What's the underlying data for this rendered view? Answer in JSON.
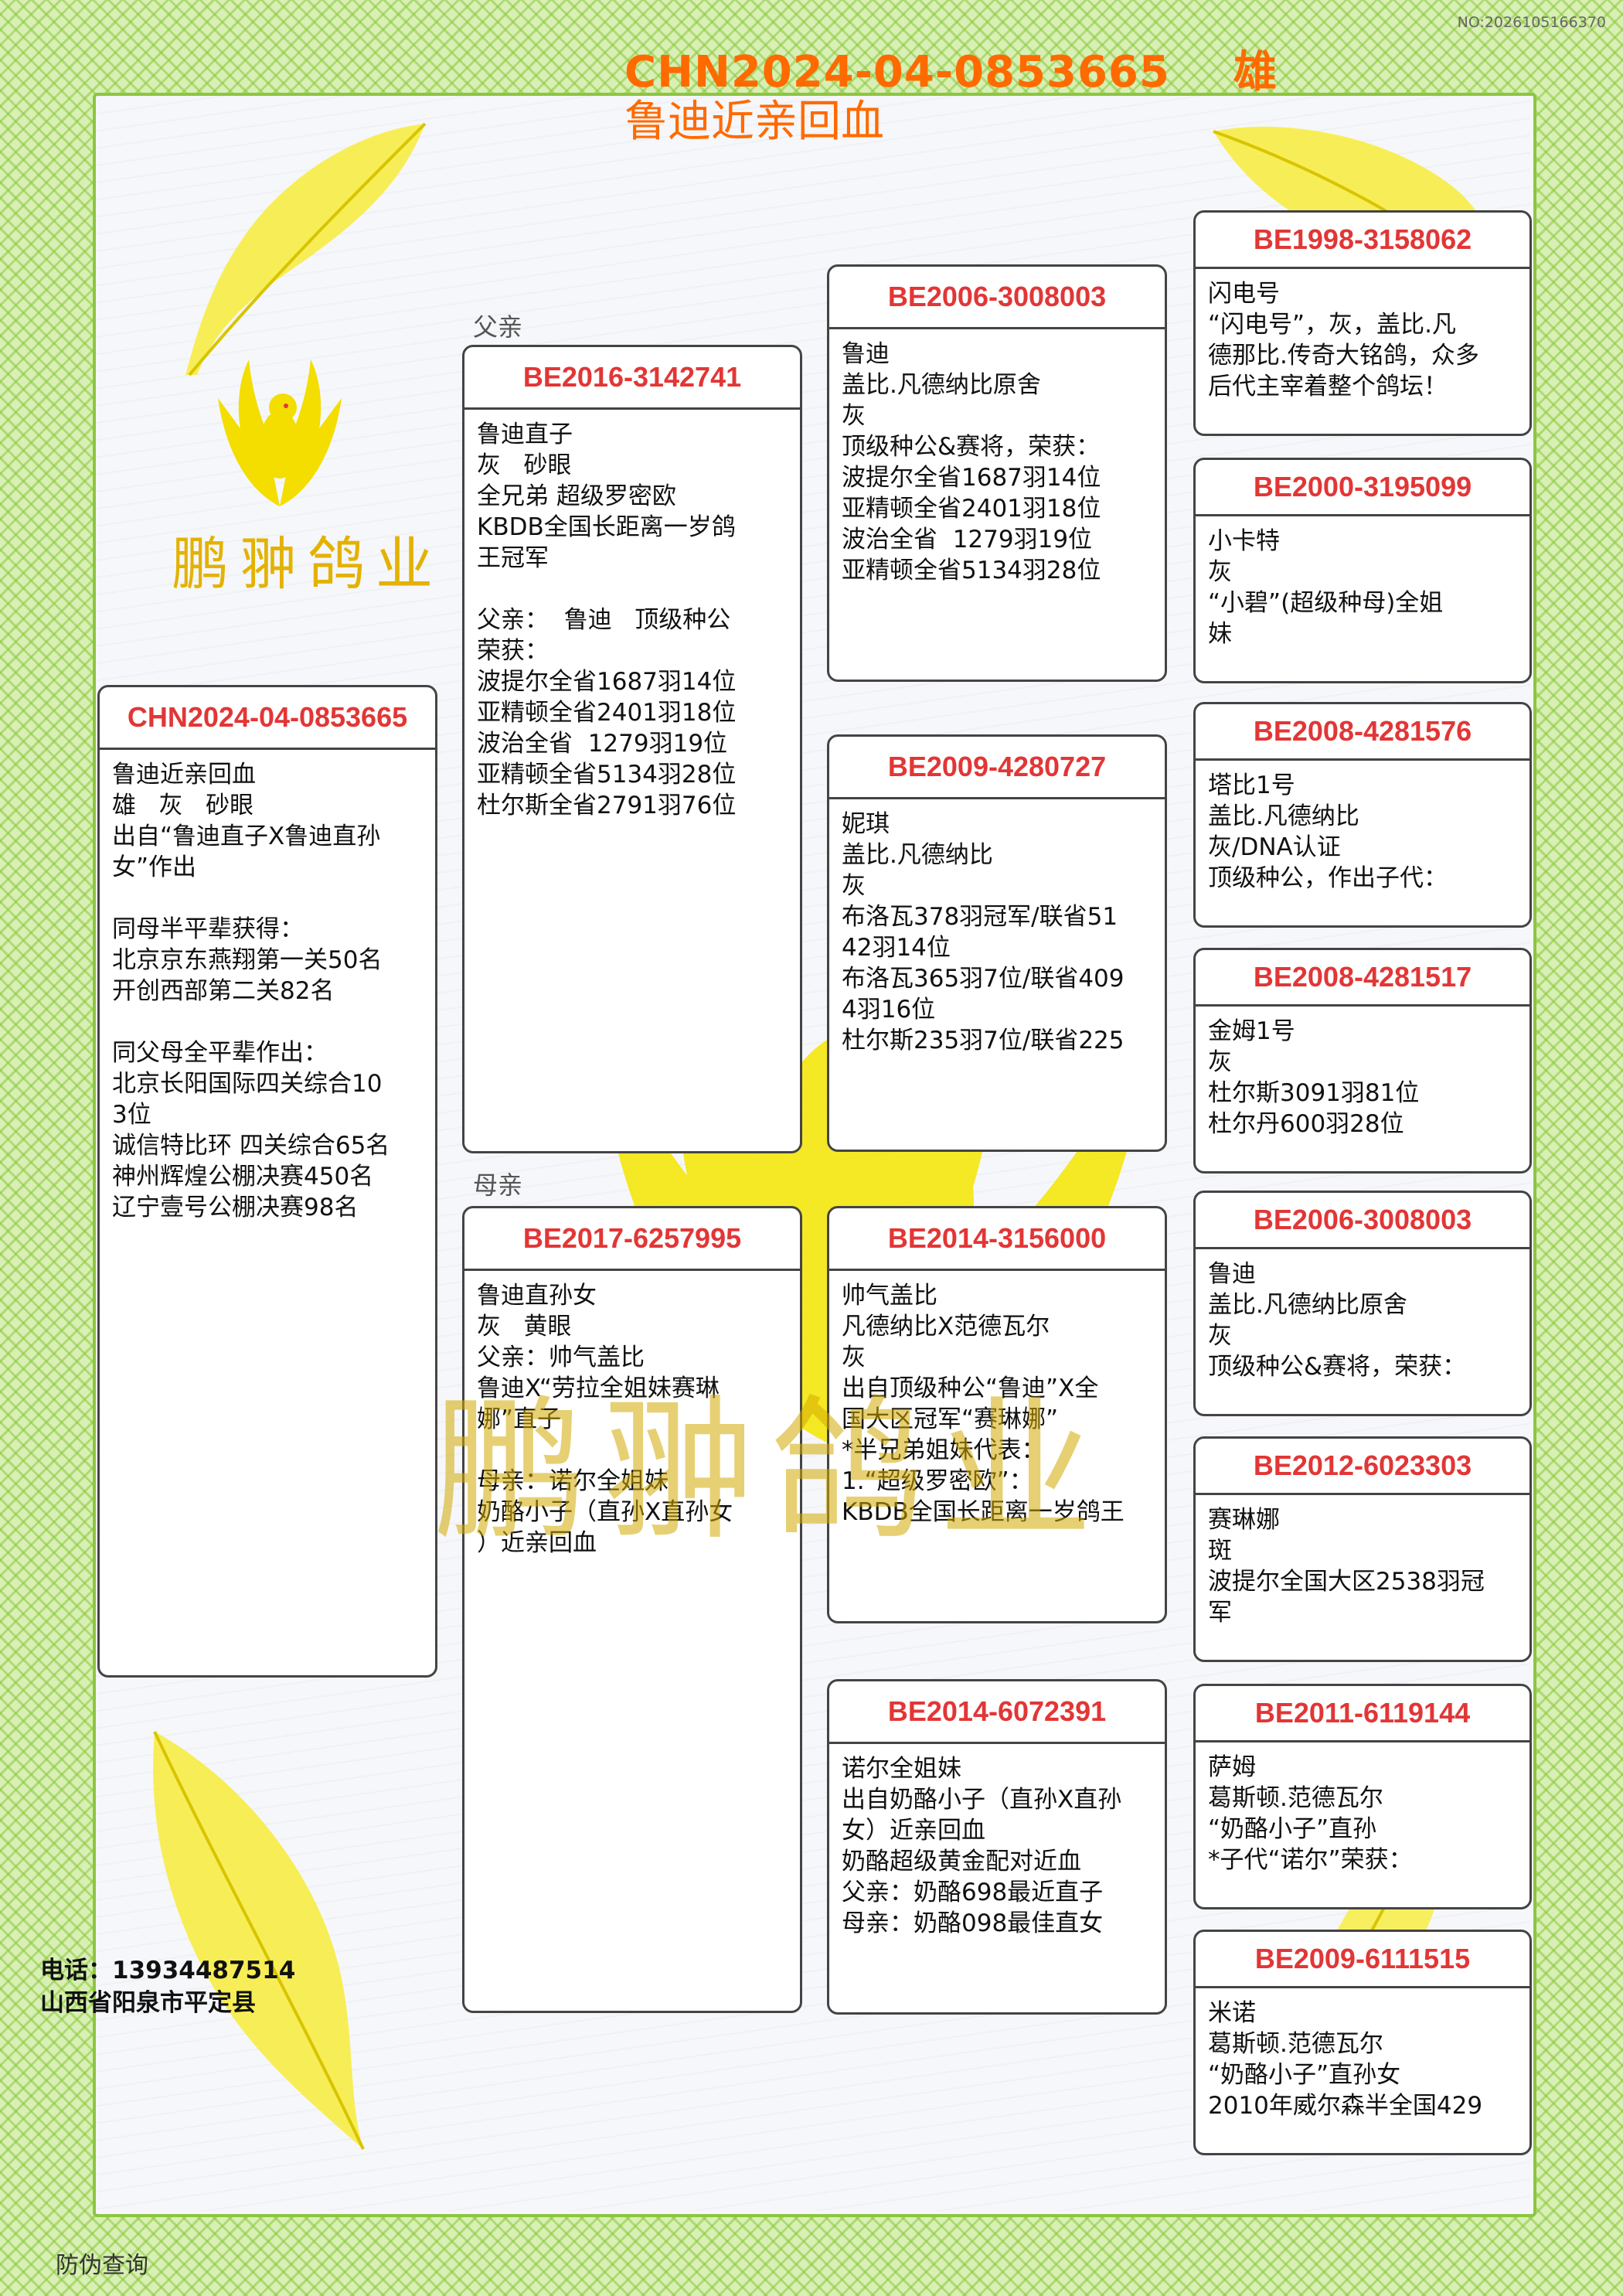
{
  "serial_no": "NO:2026105166370",
  "header": {
    "ring_and_sex": "CHN2024-04-0853665    雄",
    "subtitle": "鲁迪近亲回血"
  },
  "logo_text": "鹏翀鸽业",
  "watermark_text": "鹏翀鸽业",
  "labels": {
    "father": "父亲",
    "mother": "母亲"
  },
  "subject": {
    "ring": "CHN2024-04-0853665",
    "text": "鲁迪近亲回血\n雄   灰   砂眼\n出自“鲁迪直子X鲁迪直孙\n女”作出\n\n同母半平辈获得：\n北京京东燕翔第一关50名\n开创西部第二关82名\n\n同父母全平辈作出：\n北京长阳国际四关综合10\n3位\n诚信特比环 四关综合65名\n神州辉煌公棚决赛450名\n辽宁壹号公棚决赛98名"
  },
  "father": {
    "ring": "BE2016-3142741",
    "text": "鲁迪直子\n灰   砂眼\n全兄弟 超级罗密欧\nKBDB全国长距离一岁鸽\n王冠军\n\n父亲：  鲁迪   顶级种公\n荣获：\n波提尔全省1687羽14位\n亚精顿全省2401羽18位\n波治全省  1279羽19位\n亚精顿全省5134羽28位\n杜尔斯全省2791羽76位"
  },
  "mother": {
    "ring": "BE2017-6257995",
    "text": "鲁迪直孙女\n灰   黄眼\n父亲：帅气盖比\n鲁迪X“劳拉全姐妹赛琳\n娜”直子\n\n母亲：诺尔全姐妹\n奶酪小子（直孙X直孙女\n）近亲回血"
  },
  "ff": {
    "ring": "BE2006-3008003",
    "text": "鲁迪\n盖比.凡德纳比原舍\n灰\n顶级种公&赛将，荣获：\n波提尔全省1687羽14位\n亚精顿全省2401羽18位\n波治全省  1279羽19位\n亚精顿全省5134羽28位"
  },
  "fm": {
    "ring": "BE2009-4280727",
    "text": "妮琪\n盖比.凡德纳比\n灰\n布洛瓦378羽冠军/联省51\n42羽14位\n布洛瓦365羽7位/联省409\n4羽16位\n杜尔斯235羽7位/联省225"
  },
  "mf": {
    "ring": "BE2014-3156000",
    "text": "帅气盖比\n凡德纳比X范德瓦尔\n灰\n出自顶级种公“鲁迪”X全\n国大区冠军“赛琳娜”\n*半兄弟姐妹代表：\n1.“超级罗密欧”：\nKBDB全国长距离一岁鸽王"
  },
  "mm": {
    "ring": "BE2014-6072391",
    "text": "诺尔全姐妹\n出自奶酪小子（直孙X直孙\n女）近亲回血\n奶酪超级黄金配对近血\n父亲：奶酪698最近直子\n母亲：奶酪098最佳直女"
  },
  "fff": {
    "ring": "BE1998-3158062",
    "text": "闪电号\n“闪电号”，灰，盖比.凡\n德那比.传奇大铭鸽，众多\n后代主宰着整个鸽坛！"
  },
  "ffm": {
    "ring": "BE2000-3195099",
    "text": "小卡特\n灰\n“小碧”(超级种母)全姐\n妹"
  },
  "fmf": {
    "ring": "BE2008-4281576",
    "text": "塔比1号\n盖比.凡德纳比\n灰/DNA认证\n顶级种公，作出子代："
  },
  "fmm": {
    "ring": "BE2008-4281517",
    "text": "金姆1号\n灰\n杜尔斯3091羽81位\n杜尔丹600羽28位"
  },
  "mff": {
    "ring": "BE2006-3008003",
    "text": "鲁迪\n盖比.凡德纳比原舍\n灰\n顶级种公&赛将，荣获："
  },
  "mfm": {
    "ring": "BE2012-6023303",
    "text": "赛琳娜\n斑\n波提尔全国大区2538羽冠\n军"
  },
  "mmf": {
    "ring": "BE2011-6119144",
    "text": "萨姆\n葛斯顿.范德瓦尔\n“奶酪小子”直孙\n*子代“诺尔”荣获："
  },
  "mmm": {
    "ring": "BE2009-6111515",
    "text": "米诺\n葛斯顿.范德瓦尔\n“奶酪小子”直孙女\n2010年威尔森半全国429"
  },
  "contact": {
    "phone": "电话：13934487514",
    "address": "山西省阳泉市平定县"
  },
  "verify": "防伪查询",
  "colors": {
    "accent": "#ff6a00",
    "ring_red": "#e23636",
    "border_green": "#8cc63f",
    "watermark_yellow": "#f5e600"
  }
}
